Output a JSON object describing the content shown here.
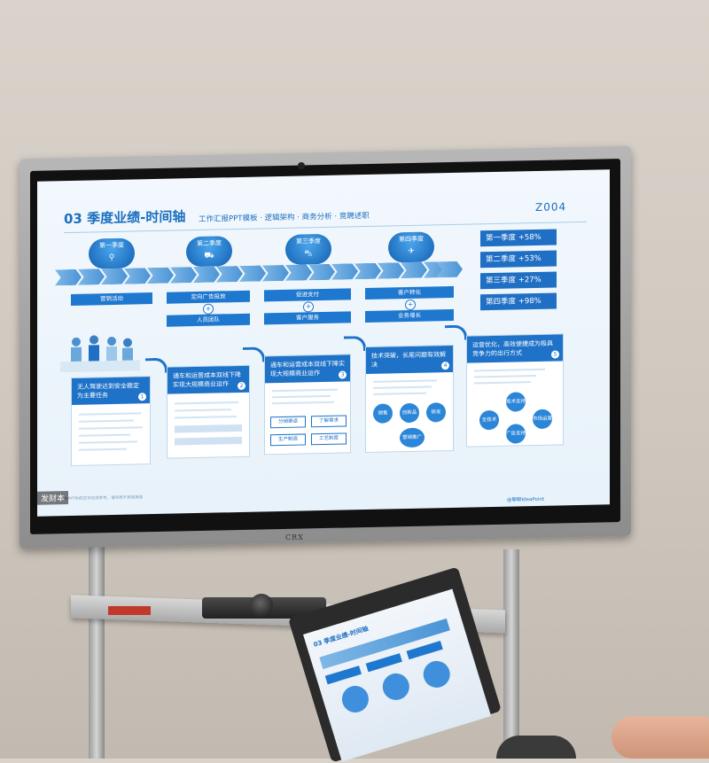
{
  "slide": {
    "title": "03 季度业绩-时间轴",
    "subtitle": "工作汇报PPT模板 · 逻辑架构 · 商务分析 · 竞聘述职",
    "code": "Z004",
    "quarters": [
      {
        "label": "第一季度",
        "icon": "bicycle-icon"
      },
      {
        "label": "第二季度",
        "icon": "scooter-icon"
      },
      {
        "label": "第三季度",
        "icon": "car-icon"
      },
      {
        "label": "第四季度",
        "icon": "airplane-icon"
      }
    ],
    "flow_row1": [
      "营销活动",
      "定向广告投放",
      "促进支付",
      "客户转化"
    ],
    "flow_row2": [
      "人员团队",
      "客户服务",
      "业务增长"
    ],
    "performance": [
      "第一季度 +58%",
      "第二季度 +53%",
      "第三季度 +27%",
      "第四季度 +98%"
    ],
    "cards": [
      {
        "head": "无人驾驶达到安全稳定为主要任务",
        "num": "1"
      },
      {
        "head": "通车和运营成本双线下降实现大规模商业运作",
        "num": "2"
      },
      {
        "head": "通车和运营成本双线下降实现大规模商业运作",
        "num": "3",
        "chips": [
          "分销渠道",
          "了解需求",
          "生产制造",
          "工艺制度"
        ]
      },
      {
        "head": "技术突破，长尾问题有效解决",
        "num": "4",
        "chips": [
          "销售",
          "创新品",
          "研发",
          "营销推广"
        ]
      },
      {
        "head": "运营优化，高效便捷成为极具竞争力的出行方式",
        "num": "5",
        "chips": [
          "技术支持",
          "全技术",
          "市场运营",
          "广告支持"
        ]
      }
    ],
    "footnote": "本PPT中的文字仅供参考，请勿用于其他用途",
    "logo_text": "@聊聊IdeaPoint"
  },
  "overlay": {
    "watermark": "发财本"
  },
  "device": {
    "brand": "CRX"
  },
  "colors": {
    "primary_blue": "#1e72c8",
    "screen_bg": "#eef5fb",
    "wall": "#d6cfc6"
  }
}
